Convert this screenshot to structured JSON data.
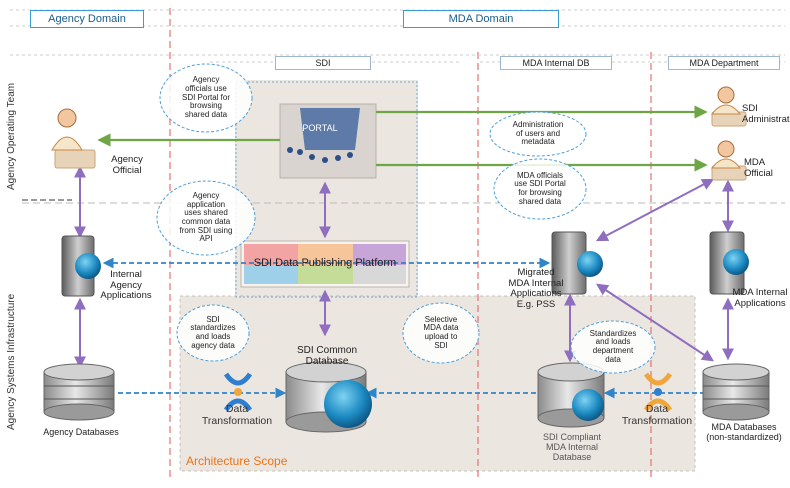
{
  "headers": {
    "agency_domain": "Agency Domain",
    "mda_domain": "MDA Domain",
    "sdi": "SDI",
    "mda_internal_db": "MDA Internal DB",
    "mda_department": "MDA Department"
  },
  "side_labels": {
    "operating_team": "Agency Operating Team",
    "systems_infra": "Agency Systems Infrastructure"
  },
  "actors": {
    "agency_official": "Agency\nOfficial",
    "sdi_admin": "SDI\nAdministrator",
    "mda_official": "MDA\nOfficial"
  },
  "portal_label": "PORTAL",
  "bubbles": {
    "agency_browse": "Agency\nofficials use\nSDI Portal for\nbrowsing\nshared data",
    "agency_api": "Agency\napplication\nuses shared\ncommon data\nfrom SDI using\nAPI",
    "admin_users": "Administration\nof users and\nmetadata",
    "mda_browse": "MDA officials\nuse SDI Portal\nfor browsing\nshared data",
    "sdi_standardizes": "SDI\nstandardizes\nand loads\nagency data",
    "selective_upload": "Selective\nMDA data\nupload to\nSDI",
    "standardize_dept": "Standardizes\nand loads\ndepartment\ndata"
  },
  "systems": {
    "internal_agency_apps": "Internal\nAgency\nApplications",
    "migrated_mda": "Migrated\nMDA Internal\nApplications\nE.g. PSS",
    "mda_internal_apps": "MDA Internal\nApplications",
    "platform": "SDI Data Publishing Platform"
  },
  "databases": {
    "agency_db": "Agency Databases",
    "sdi_common": "SDI Common\nDatabase",
    "sdi_compliant": "SDI Compliant\nMDA Internal\nDatabase",
    "mda_databases": "MDA Databases\n(non-standardized)"
  },
  "transforms": {
    "left": "Data\nTransformation",
    "right": "Data\nTransformation"
  },
  "architecture_scope": "Architecture Scope",
  "colors": {
    "green_arrow": "#6ea646",
    "purple_arrow": "#8f6dbf",
    "blue_dashed": "#2f85c8",
    "red_divider": "#e57373",
    "scope_fill": "#ece6e0",
    "scope_text": "#e8731a",
    "header_border": "#3a9bd5",
    "bubble_border": "#4c9ed9"
  }
}
